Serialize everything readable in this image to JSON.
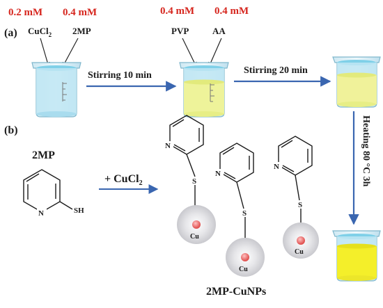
{
  "panel_a": {
    "label": "(a)",
    "conc_cucl2": "0.2 mM",
    "conc_2mp": "0.4 mM",
    "conc_pvp": "0.4 mM",
    "conc_aa": "0.4 mM",
    "reagent_cucl2": "CuCl",
    "reagent_cucl2_sub": "2",
    "reagent_2mp": "2MP",
    "reagent_pvp": "PVP",
    "reagent_aa": "AA",
    "step1": "Stirring 10 min",
    "step2": "Stirring 20 min",
    "step3": "Heating 80 °C  3h"
  },
  "panel_b": {
    "label": "(b)",
    "molecule_title": "2MP",
    "atom_n": "N",
    "atom_sh": "SH",
    "reagent_prefix": "+ CuCl",
    "reagent_sub": "2",
    "atom_s": "S",
    "atom_cu": "Cu",
    "product_label": "2MP-CuNPs"
  },
  "colors": {
    "concentration_red": "#d6261e",
    "arrow_blue": "#3a66b0",
    "beaker_water": "#bfe6f3",
    "solution_pale_yellow": "#eef39a",
    "solution_yellow": "#f4ef2a"
  }
}
